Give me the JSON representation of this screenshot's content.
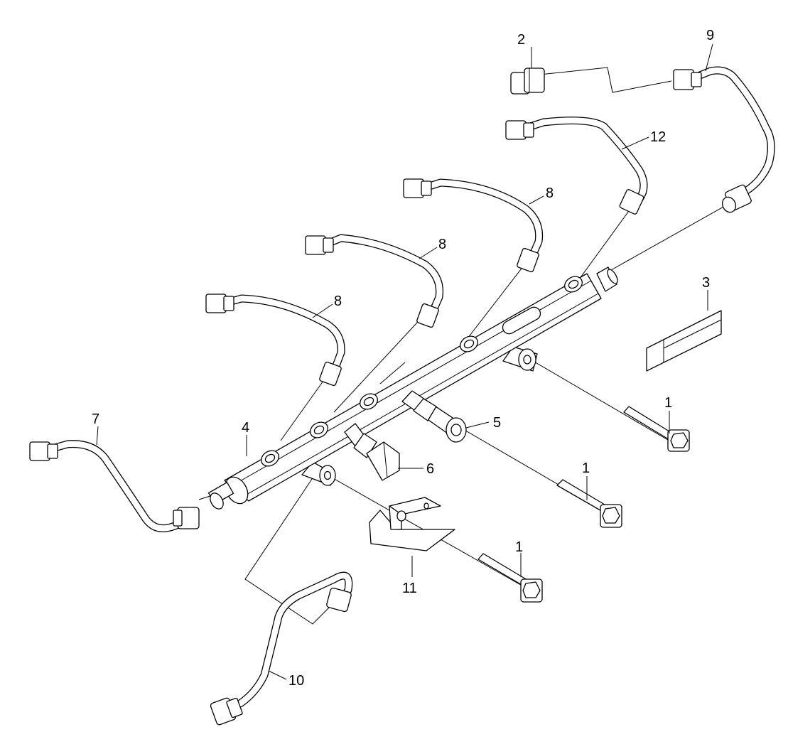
{
  "callouts": {
    "c1a": "1",
    "c1b": "1",
    "c1c": "1",
    "c2": "2",
    "c3": "3",
    "c4": "4",
    "c5": "5",
    "c6": "6",
    "c7": "7",
    "c8a": "8",
    "c8b": "8",
    "c8c": "8",
    "c9": "9",
    "c10": "10",
    "c11": "11",
    "c12": "12"
  },
  "colors": {
    "line": "#000000",
    "background": "#ffffff"
  }
}
